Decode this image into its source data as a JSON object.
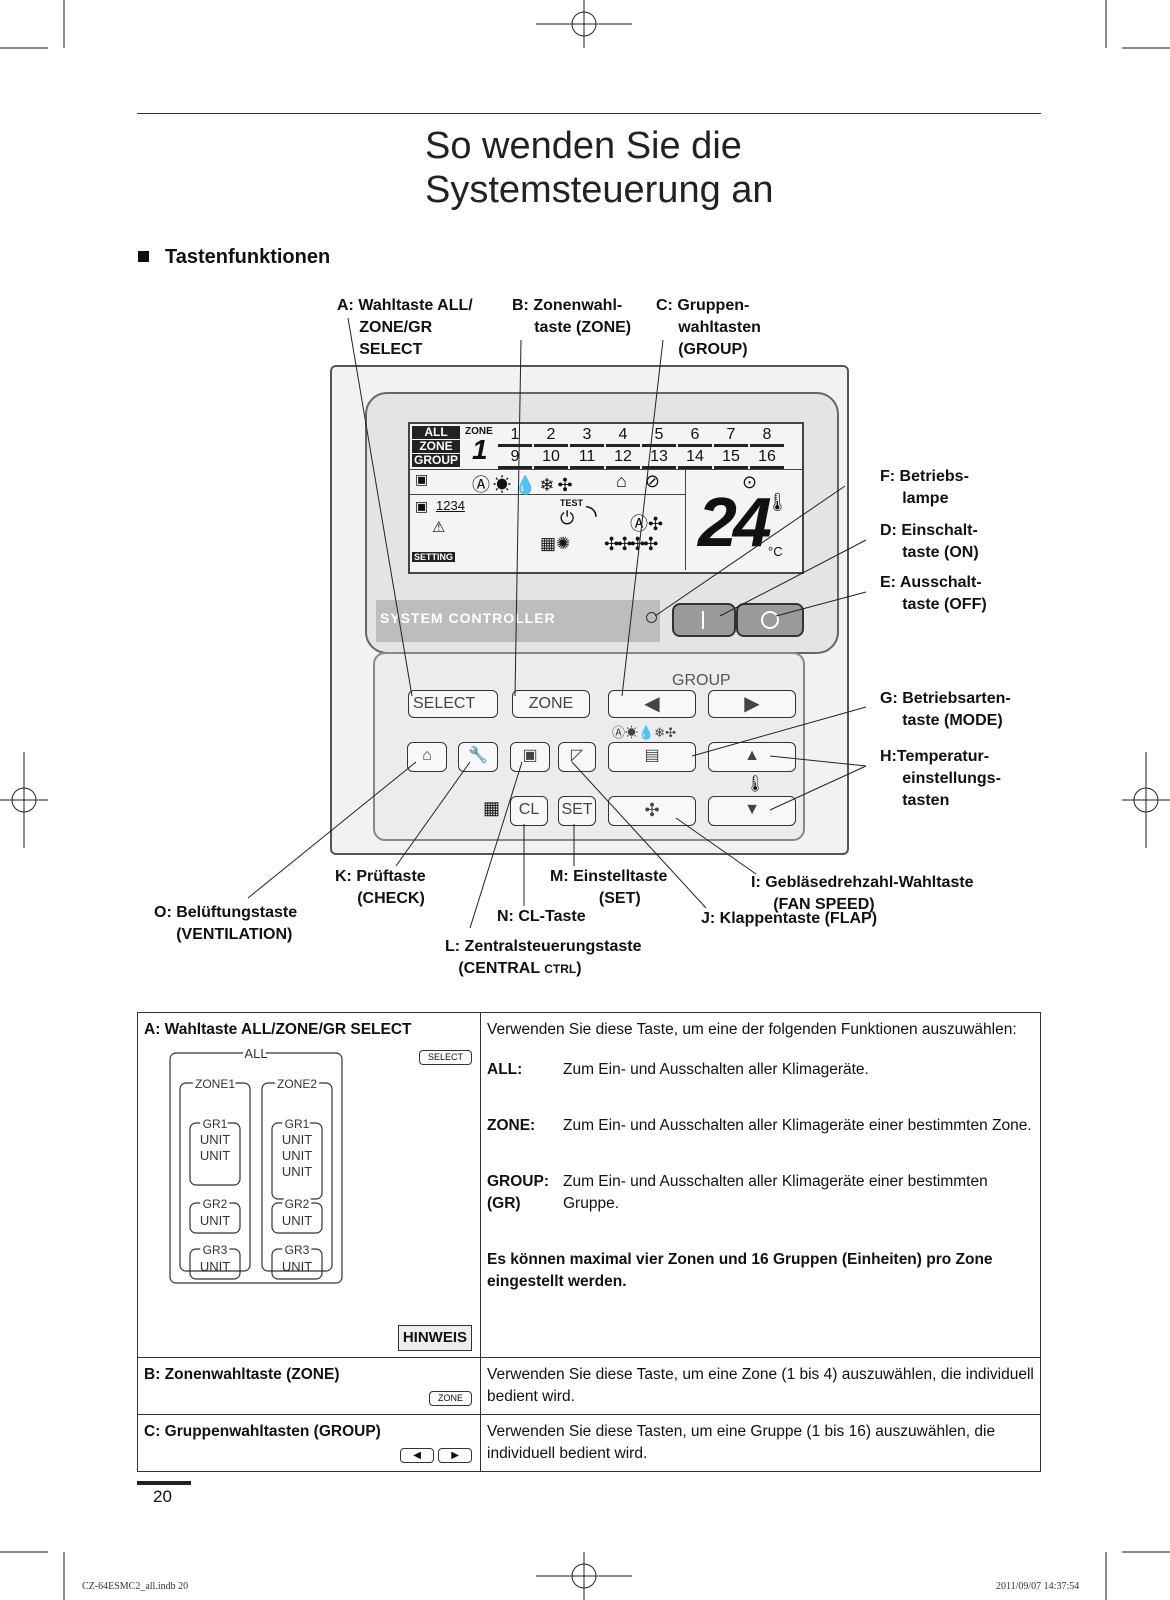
{
  "page_title_line1": "So wenden Sie die",
  "page_title_line2": "Systemsteuerung an",
  "section_heading": "Tastenfunktionen",
  "callouts": {
    "A": "A: Wahltaste ALL/\n     ZONE/GR\n     SELECT",
    "B": "B: Zonenwahl-\n     taste (ZONE)",
    "C": "C: Gruppen-\n     wahltasten\n     (GROUP)",
    "F": "F: Betriebs-\n     lampe",
    "D": "D: Einschalt-\n     taste (ON)",
    "E": "E: Ausschalt-\n     taste (OFF)",
    "G": "G: Betriebsarten-\n     taste (MODE)",
    "H": "H:Temperatur-\n     einstellungs-\n     tasten",
    "K": "K: Prüftaste\n     (CHECK)",
    "M": "M: Einstelltaste\n           (SET)",
    "I": "I: Gebläsedrehzahl-Wahltaste\n     (FAN SPEED)",
    "O": "O: Belüftungstaste\n     (VENTILATION)",
    "N": "N: CL-Taste",
    "J": "J: Klappentaste (FLAP)",
    "L": "L: Zentralsteuerungstaste",
    "L2a": "(CENTRAL ",
    "L2b": "CTRL",
    "L2c": ")"
  },
  "controller": {
    "brand": "SYSTEM CONTROLLER",
    "lcd": {
      "all": "ALL",
      "zone": "ZONE",
      "group": "GROUP",
      "zone_label": "ZONE",
      "zone_num": "1",
      "groups_row1": [
        "1",
        "2",
        "3",
        "4",
        "5",
        "6",
        "7",
        "8"
      ],
      "groups_row2": [
        "9",
        "10",
        "11",
        "12",
        "13",
        "14",
        "15",
        "16"
      ],
      "code": "1234",
      "test": "TEST",
      "setting": "SETTING",
      "temp": "24",
      "unit": "°C"
    },
    "buttons": {
      "select": "SELECT",
      "zone": "ZONE",
      "group": "GROUP",
      "cl": "CL",
      "set": "SET"
    }
  },
  "table": {
    "row_a": {
      "title": "A: Wahltaste ALL/ZONE/GR SELECT",
      "btn": "SELECT",
      "diagram": {
        "all": "ALL",
        "zone1": "ZONE1",
        "zone2": "ZONE2",
        "gr1": "GR1",
        "gr2": "GR2",
        "gr3": "GR3",
        "unit": "UNIT"
      },
      "hinweis": "HINWEIS",
      "intro": "Verwenden Sie diese Taste, um eine der folgenden Funktionen auszuwählen:",
      "items": [
        {
          "k": "ALL:",
          "v": "Zum Ein- und Ausschalten aller Klimageräte."
        },
        {
          "k": "ZONE:",
          "v": "Zum Ein- und Ausschalten aller Klimageräte einer bestimmten Zone."
        },
        {
          "k": "GROUP:\n(GR)",
          "v": "Zum Ein- und Ausschalten aller Klimageräte einer bestimmten Gruppe."
        }
      ],
      "note": "Es können maximal vier Zonen und 16 Gruppen (Einheiten) pro Zone eingestellt werden."
    },
    "row_b": {
      "title": "B: Zonenwahltaste (ZONE)",
      "btn": "ZONE",
      "text": "Verwenden Sie diese Taste, um eine Zone (1 bis 4) auszuwählen, die individuell bedient wird."
    },
    "row_c": {
      "title": "C: Gruppenwahltasten (GROUP)",
      "btn_left": "◀",
      "btn_right": "▶",
      "text": "Verwenden Sie diese Tasten, um eine Gruppe (1 bis 16) auszuwählen, die individuell bedient wird."
    }
  },
  "page_number": "20",
  "footer_left": "CZ-64ESMC2_all.indb   20",
  "footer_right": "2011/09/07   14:37:54"
}
